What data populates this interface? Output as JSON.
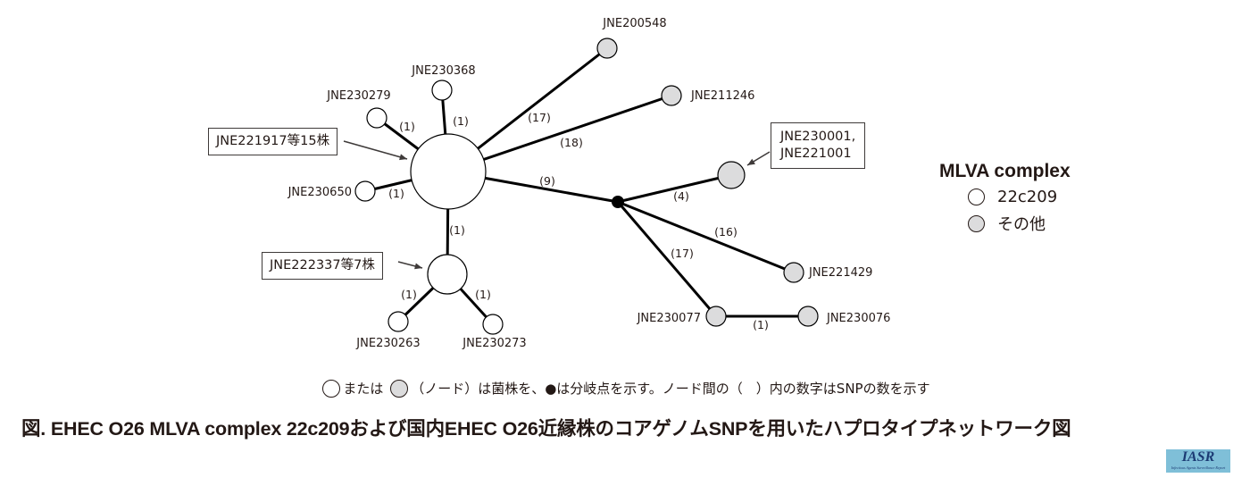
{
  "legend": {
    "title": "MLVA complex",
    "items": [
      {
        "label": "22c209",
        "color": "#ffffff"
      },
      {
        "label": "その他",
        "color": "#dcdcdd"
      }
    ]
  },
  "callouts": {
    "c1": "JNE221917等15株",
    "c2": "JNE222337等7株",
    "c3": "JNE230001,\nJNE221001"
  },
  "nodes": [
    {
      "id": "hubA",
      "label": "",
      "group": "22c209",
      "size": "large"
    },
    {
      "id": "hubB",
      "label": "",
      "group": "22c209",
      "size": "medium"
    },
    {
      "id": "JNE230368",
      "label": "JNE230368",
      "group": "22c209"
    },
    {
      "id": "JNE230279",
      "label": "JNE230279",
      "group": "22c209"
    },
    {
      "id": "JNE230650",
      "label": "JNE230650",
      "group": "22c209"
    },
    {
      "id": "JNE230263",
      "label": "JNE230263",
      "group": "22c209"
    },
    {
      "id": "JNE230273",
      "label": "JNE230273",
      "group": "22c209"
    },
    {
      "id": "JNE200548",
      "label": "JNE200548",
      "group": "other"
    },
    {
      "id": "JNE211246",
      "label": "JNE211246",
      "group": "other"
    },
    {
      "id": "JNE230001",
      "label": "",
      "group": "other",
      "size": "medium"
    },
    {
      "id": "JNE221429",
      "label": "JNE221429",
      "group": "other"
    },
    {
      "id": "JNE230077",
      "label": "JNE230077",
      "group": "other"
    },
    {
      "id": "JNE230076",
      "label": "JNE230076",
      "group": "other"
    },
    {
      "id": "branch",
      "label": "",
      "group": "branch"
    }
  ],
  "edges": [
    {
      "from": "hubA",
      "to": "JNE230368",
      "snp": "(1)"
    },
    {
      "from": "hubA",
      "to": "JNE230279",
      "snp": "(1)"
    },
    {
      "from": "hubA",
      "to": "JNE230650",
      "snp": "(1)"
    },
    {
      "from": "hubA",
      "to": "hubB",
      "snp": "(1)"
    },
    {
      "from": "hubB",
      "to": "JNE230263",
      "snp": "(1)"
    },
    {
      "from": "hubB",
      "to": "JNE230273",
      "snp": "(1)"
    },
    {
      "from": "hubA",
      "to": "JNE200548",
      "snp": "(17)"
    },
    {
      "from": "hubA",
      "to": "JNE211246",
      "snp": "(18)"
    },
    {
      "from": "hubA",
      "to": "branch",
      "snp": "(9)"
    },
    {
      "from": "branch",
      "to": "JNE230001",
      "snp": "(4)"
    },
    {
      "from": "branch",
      "to": "JNE221429",
      "snp": "(16)"
    },
    {
      "from": "branch",
      "to": "JNE230077",
      "snp": "(17)"
    },
    {
      "from": "JNE230077",
      "to": "JNE230076",
      "snp": "(1)"
    }
  ],
  "note": {
    "part1": "または",
    "part2": "（ノード）は菌株を、●は分岐点を示す。ノード間の（　）内の数字はSNPの数を示す"
  },
  "caption": "図. EHEC O26 MLVA complex 22c209および国内EHEC O26近縁株のコアゲノムSNPを用いたハプロタイプネットワーク図",
  "logo": {
    "main": "IASR",
    "sub": "Infectious Agents Surveillance Report"
  }
}
